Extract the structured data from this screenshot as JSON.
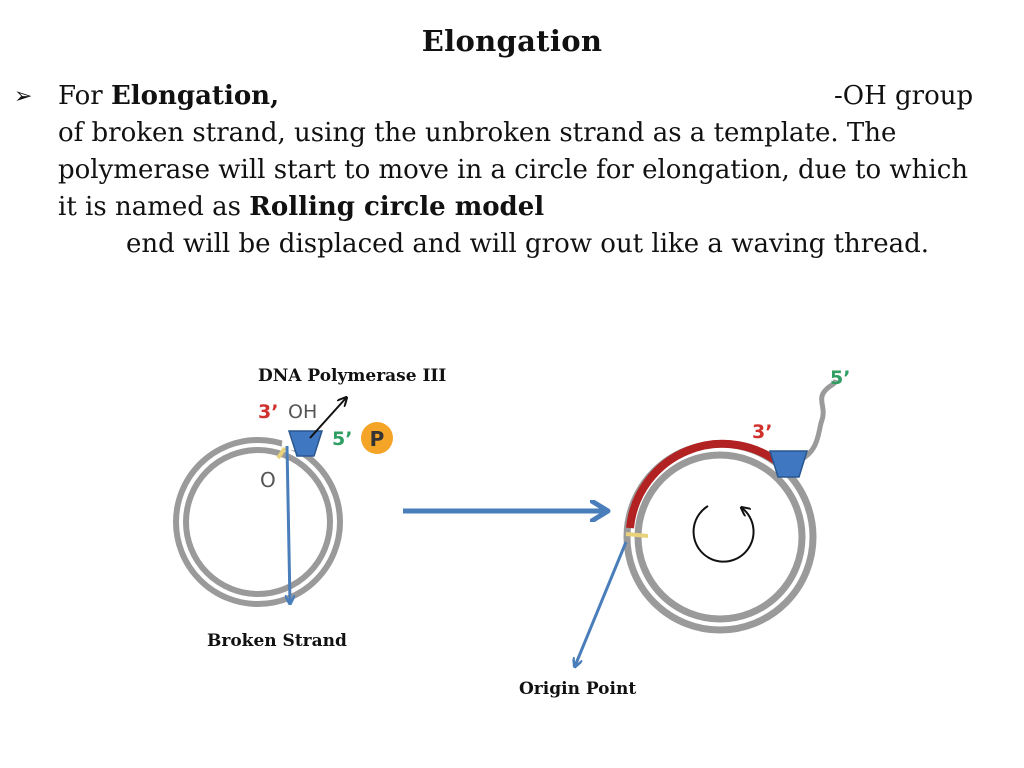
{
  "slide": {
    "title": "Elongation"
  },
  "bullet": {
    "marker": "➢",
    "line1_prefix": "For ",
    "line1_bold": "Elongation,",
    "line1_tail": "-OH group",
    "line2": "of broken strand, using the unbroken strand as a template. The",
    "line3": "polymerase will start to move in a circle for elongation, due to which",
    "line4_prefix": "it is named as ",
    "line4_bold": "Rolling circle model",
    "line5": "end will be displaced and will grow out like a waving thread."
  },
  "diagram": {
    "label_polymerase": "DNA Polymerase III",
    "label_broken_strand": "Broken Strand",
    "label_origin_point": "Origin Point",
    "left_three_prime": "3’",
    "left_oh": "OH",
    "left_five_prime": "5’",
    "left_phosphate": "P",
    "left_origin": "O",
    "right_three_prime": "3’",
    "right_five_prime": "5’",
    "colors": {
      "dna_gray": "#9a9a9a",
      "new_strand_red": "#b22222",
      "three_prime_red": "#d0312d",
      "five_prime_green": "#2e9e62",
      "polymerase_blue": "#3f78c0",
      "arrow_blue": "#4a7ebb",
      "phosphate_orange": "#f4a426",
      "origin_yellow": "#e8d27a"
    }
  }
}
